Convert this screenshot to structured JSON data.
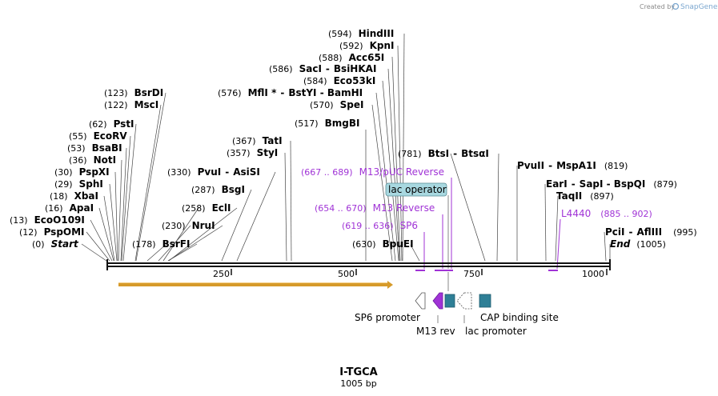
{
  "credit": {
    "prefix": "Created by",
    "brand": "SnapGene"
  },
  "map": {
    "name": "I-TGCA",
    "length_label": "1005 bp",
    "length": 1005
  },
  "ruler": {
    "ticks": [
      "250",
      "500",
      "750",
      "1000"
    ]
  },
  "enzymes": [
    {
      "id": "start",
      "pos": "(0)",
      "name": "Start",
      "italic": true
    },
    {
      "id": "pspomi",
      "pos": "(12)",
      "name": "PspOMI"
    },
    {
      "id": "ecoo109i",
      "pos": "(13)",
      "name": "EcoO109I"
    },
    {
      "id": "apai",
      "pos": "(16)",
      "name": "ApaI"
    },
    {
      "id": "xbai",
      "pos": "(18)",
      "name": "XbaI"
    },
    {
      "id": "sphi",
      "pos": "(29)",
      "name": "SphI"
    },
    {
      "id": "pspxi",
      "pos": "(30)",
      "name": "PspXI"
    },
    {
      "id": "noti",
      "pos": "(36)",
      "name": "NotI"
    },
    {
      "id": "bsabi",
      "pos": "(53)",
      "name": "BsaBI"
    },
    {
      "id": "ecorv",
      "pos": "(55)",
      "name": "EcoRV"
    },
    {
      "id": "psti",
      "pos": "(62)",
      "name": "PstI"
    },
    {
      "id": "msci",
      "pos": "(122)",
      "name": "MscI"
    },
    {
      "id": "bsrdi",
      "pos": "(123)",
      "name": "BsrDI"
    },
    {
      "id": "bsrfi",
      "pos": "(178)",
      "name": "BsrFI"
    },
    {
      "id": "nrui",
      "pos": "(230)",
      "name": "NruI"
    },
    {
      "id": "ecli",
      "pos": "(258)",
      "name": "EclI"
    },
    {
      "id": "bsgi",
      "pos": "(287)",
      "name": "BsgI"
    },
    {
      "id": "pvui",
      "pos": "(330)",
      "name": "PvuI",
      "extra": "AsiSI"
    },
    {
      "id": "styi",
      "pos": "(357)",
      "name": "StyI"
    },
    {
      "id": "tati",
      "pos": "(367)",
      "name": "TatI"
    },
    {
      "id": "bmgbi",
      "pos": "(517)",
      "name": "BmgBI"
    },
    {
      "id": "spei",
      "pos": "(570)",
      "name": "SpeI"
    },
    {
      "id": "mfli",
      "pos": "(576)",
      "name": "MflI *",
      "extra": "BstYI  -  BamHI"
    },
    {
      "id": "eco53ki",
      "pos": "(584)",
      "name": "Eco53kI"
    },
    {
      "id": "saci",
      "pos": "(586)",
      "name": "SacI",
      "extra": "BsiHKAI"
    },
    {
      "id": "acc65i",
      "pos": "(588)",
      "name": "Acc65I"
    },
    {
      "id": "kpni",
      "pos": "(592)",
      "name": "KpnI"
    },
    {
      "id": "hindiii",
      "pos": "(594)",
      "name": "HindIII"
    },
    {
      "id": "bpuei",
      "pos": "(630)",
      "name": "BpuEI"
    },
    {
      "id": "btsi",
      "pos": "(781)",
      "name": "BtsI",
      "extra": "BtsαI"
    },
    {
      "id": "pvuii",
      "pos": "(819)",
      "name": "PvuII",
      "extra": "MspA1I"
    },
    {
      "id": "eari",
      "pos": "(879)",
      "name": "EarI",
      "extra": "SapI  -  BspQI"
    },
    {
      "id": "taqii",
      "pos": "(897)",
      "name": "TaqII"
    },
    {
      "id": "pcii",
      "pos": "(995)",
      "name": "PciI",
      "extra": "AflIII"
    },
    {
      "id": "end",
      "pos": "(1005)",
      "name": "End",
      "italic": true
    }
  ],
  "primers": [
    {
      "id": "m13puc",
      "pos": "(667 .. 689)",
      "name": "M13/pUC Reverse"
    },
    {
      "id": "m13rev",
      "pos": "(654 .. 670)",
      "name": "M13 Reverse"
    },
    {
      "id": "sp6",
      "pos": "(619 .. 636)",
      "name": "SP6"
    },
    {
      "id": "l4440",
      "pos": "(885 .. 902)",
      "name": "L4440"
    }
  ],
  "features": {
    "lac_operator": "lac operator",
    "sp6_promoter": "SP6 promoter",
    "m13_rev": "M13 rev",
    "lac_promoter": "lac promoter",
    "cap_site": "CAP binding site"
  },
  "colors": {
    "primer": "#a033d6",
    "feature_teal": "#2e7f96",
    "lac_operator_fill": "#a8d8e0",
    "orf_arrow": "#d69a2a"
  }
}
